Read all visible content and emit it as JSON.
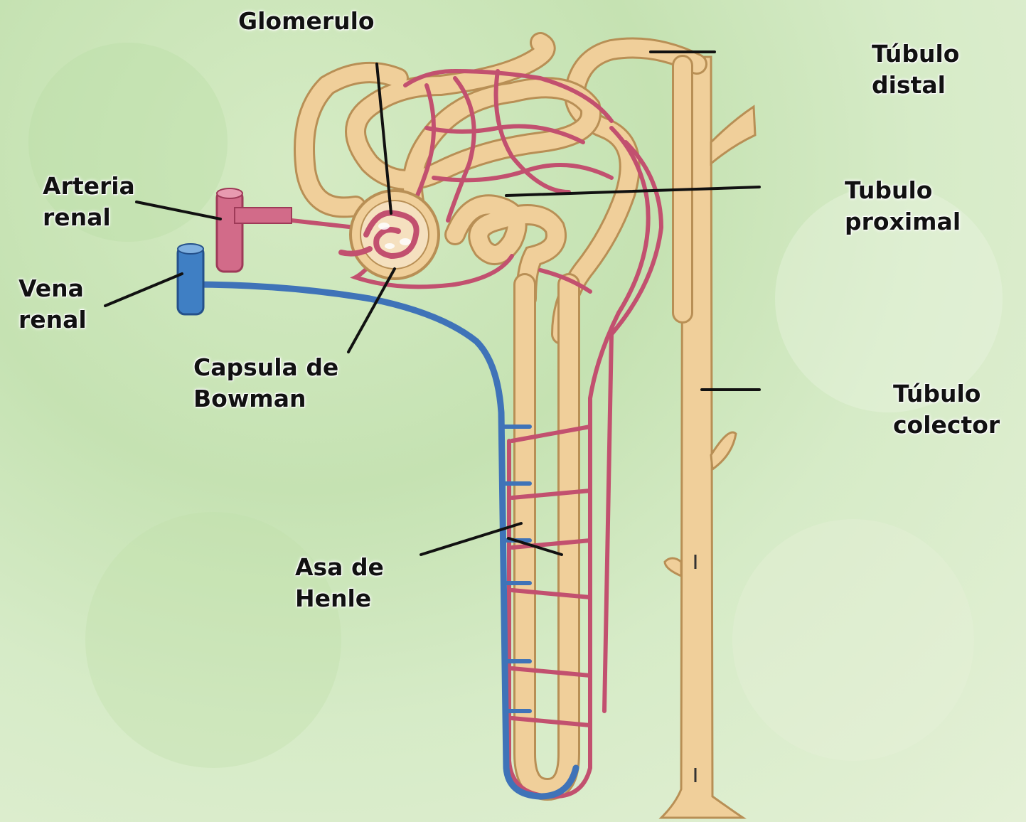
{
  "labels": {
    "glomerulo": "Glomerulo",
    "tubulo_distal": [
      "Túbulo",
      "distal"
    ],
    "arteria_renal": [
      "Arteria",
      "renal"
    ],
    "tubulo_proximal": [
      "Tubulo",
      "proximal"
    ],
    "vena_renal": [
      "Vena",
      "renal"
    ],
    "capsula_bowman": [
      "Capsula de",
      "Bowman"
    ],
    "tubulo_colector": [
      "Túbulo",
      "colector"
    ],
    "asa_henle": [
      "Asa de",
      "Henle"
    ]
  },
  "colors": {
    "tubule": "#f0cf9a",
    "tubule_outline": "#b88f55",
    "artery": "#c2506f",
    "vein": "#3f73b8",
    "leader_line": "#111111"
  }
}
